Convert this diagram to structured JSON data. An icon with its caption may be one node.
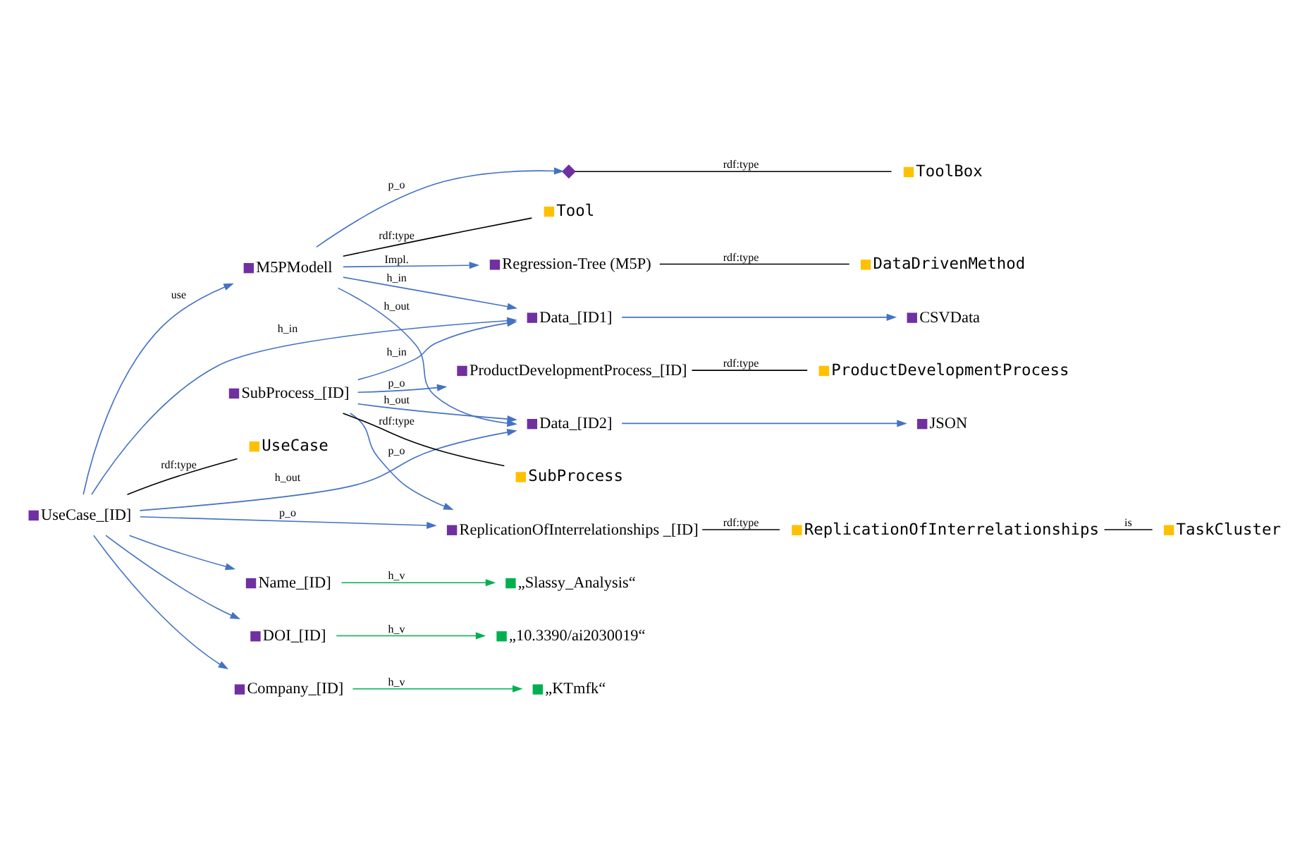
{
  "diagram": {
    "nodes": [
      {
        "text": [
          "ToolBox"
        ]
      },
      {
        "text": [],
        "shape": "diamond"
      },
      {
        "text": [
          "Tool"
        ]
      },
      {
        "text": [
          "M5PModell"
        ]
      },
      {
        "text": [
          "DataDrivenMethod"
        ]
      },
      {
        "text": [
          "Regression-Tree (M5P)"
        ]
      },
      {
        "text": [
          "CSVData"
        ]
      },
      {
        "text": [
          "Data_[ID1]"
        ]
      },
      {
        "text": [
          "UseCase"
        ]
      },
      {
        "text": [
          "Data_[ID2]"
        ]
      },
      {
        "text": [
          "„Slassy_Analysis“"
        ]
      },
      {
        "text": [
          "Name_[ID]"
        ]
      },
      {
        "text": [
          "„10.3390/ai2030019“"
        ]
      },
      {
        "text": [
          "DOI_[ID]"
        ]
      },
      {
        "text": [
          "UseCase_[ID]"
        ]
      },
      {
        "text": [
          "JSON"
        ]
      },
      {
        "text": [
          "„KTmfk“"
        ]
      },
      {
        "text": [
          "Company_[ID]"
        ]
      },
      {
        "text": [
          "ReplicationOfInterrelationships _[ID]"
        ]
      },
      {
        "text": [
          "SubProcess_[ID]"
        ]
      },
      {
        "text": [
          "SubProcess"
        ]
      },
      {
        "text": [
          "ProductDevelopmentProcess_[ID]"
        ]
      },
      {
        "text": [
          "ReplicationOfInterrelationships"
        ]
      },
      {
        "text": [
          "ProductDevelopmentProcess"
        ]
      },
      {
        "text": [
          "TaskCluster"
        ]
      }
    ],
    "edges": [
      {
        "from": 1,
        "to": 0,
        "arrow": "none",
        "label": "rdf:type",
        "color": "#000000"
      },
      {
        "from": 3,
        "to": 2,
        "arrow": "none",
        "label": "rdf:type",
        "color": "#000000"
      },
      {
        "from": 3,
        "to": 1,
        "arrow": "to",
        "label": "p_o"
      },
      {
        "from": 3,
        "to": 5,
        "arrow": "to",
        "label": "Impl."
      },
      {
        "from": 5,
        "to": 4,
        "arrow": "none",
        "label": "rdf:type",
        "color": "#000000"
      },
      {
        "from": 3,
        "to": 7,
        "arrow": "to",
        "label": "h_in"
      },
      {
        "from": 3,
        "to": 9,
        "arrow": "to",
        "label": "h_out"
      },
      {
        "from": 7,
        "to": 6,
        "arrow": "to"
      },
      {
        "from": 9,
        "to": 15,
        "arrow": "to"
      },
      {
        "from": 14,
        "to": 3,
        "arrow": "to",
        "label": "use"
      },
      {
        "from": 14,
        "to": 8,
        "arrow": "none",
        "label": "rdf:type",
        "color": "#000000"
      },
      {
        "from": 14,
        "to": 7,
        "arrow": "to",
        "label": "h_in"
      },
      {
        "from": 14,
        "to": 9,
        "arrow": "to",
        "label": "h_out"
      },
      {
        "from": 14,
        "to": 11,
        "arrow": "to"
      },
      {
        "from": 14,
        "to": 13,
        "arrow": "to"
      },
      {
        "from": 14,
        "to": 17,
        "arrow": "to"
      },
      {
        "from": 11,
        "to": 10,
        "arrow": "to",
        "label": "h_v",
        "color": "#00b050"
      },
      {
        "from": 13,
        "to": 12,
        "arrow": "to",
        "label": "h_v",
        "color": "#00b050"
      },
      {
        "from": 17,
        "to": 16,
        "arrow": "to",
        "label": "h_v",
        "color": "#00b050"
      },
      {
        "from": 14,
        "to": 18,
        "arrow": "to",
        "label": "p_o"
      },
      {
        "from": 19,
        "to": 18,
        "arrow": "to",
        "label": "p_o"
      },
      {
        "from": 19,
        "to": 7,
        "arrow": "to",
        "label": "h_in"
      },
      {
        "from": 19,
        "to": 9,
        "arrow": "to",
        "label": "h_out"
      },
      {
        "from": 19,
        "to": 20,
        "arrow": "none",
        "label": "rdf:type",
        "color": "#000000"
      },
      {
        "from": 19,
        "to": 21,
        "arrow": "to",
        "label": "p_o"
      },
      {
        "from": 21,
        "to": 23,
        "arrow": "none",
        "label": "rdf:type",
        "color": "#000000"
      },
      {
        "from": 18,
        "to": 22,
        "arrow": "none",
        "label": "rdf:type",
        "color": "#000000"
      },
      {
        "from": 22,
        "to": 24,
        "arrow": "none",
        "label": "is",
        "color": "#000000"
      }
    ]
  }
}
